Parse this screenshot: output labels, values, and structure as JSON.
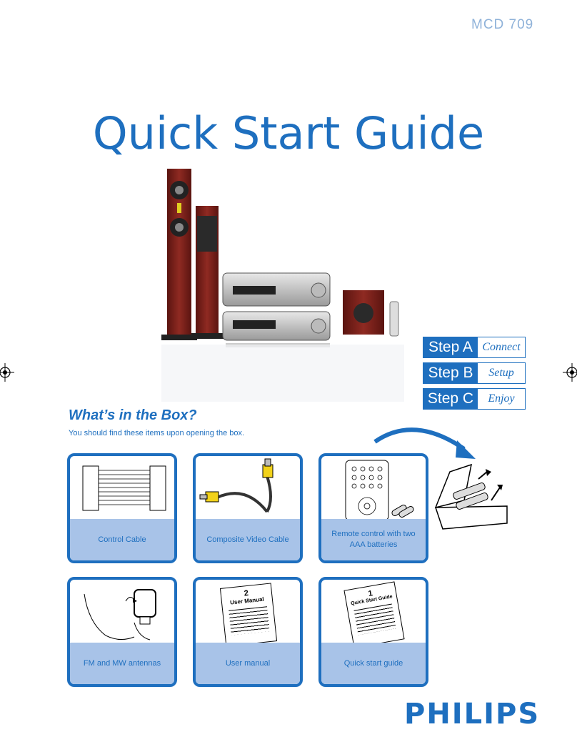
{
  "header": {
    "model": "MCD 709",
    "title": "Quick Start Guide"
  },
  "steps": [
    {
      "label": "Step A",
      "action": "Connect"
    },
    {
      "label": "Step B",
      "action": "Setup"
    },
    {
      "label": "Step C",
      "action": "Enjoy"
    }
  ],
  "box": {
    "heading": "What’s in the Box?",
    "subtitle": "You should find these items upon opening the box.",
    "items": [
      {
        "label": "Control Cable"
      },
      {
        "label": "Composite Video Cable"
      },
      {
        "label": "Remote control with two AAA batteries"
      },
      {
        "label": "FM and MW antennas"
      },
      {
        "label": "User manual",
        "doc_number": "2",
        "doc_title": "User Manual"
      },
      {
        "label": "Quick start guide",
        "doc_number": "1",
        "doc_title": "Quick Start Guide"
      }
    ]
  },
  "brand": {
    "logo_text": "PHILIPS",
    "color": "#1e6fbf"
  },
  "colors": {
    "accent": "#1e6fbf",
    "band": "#a8c3e8",
    "model": "#8fb2d9"
  }
}
